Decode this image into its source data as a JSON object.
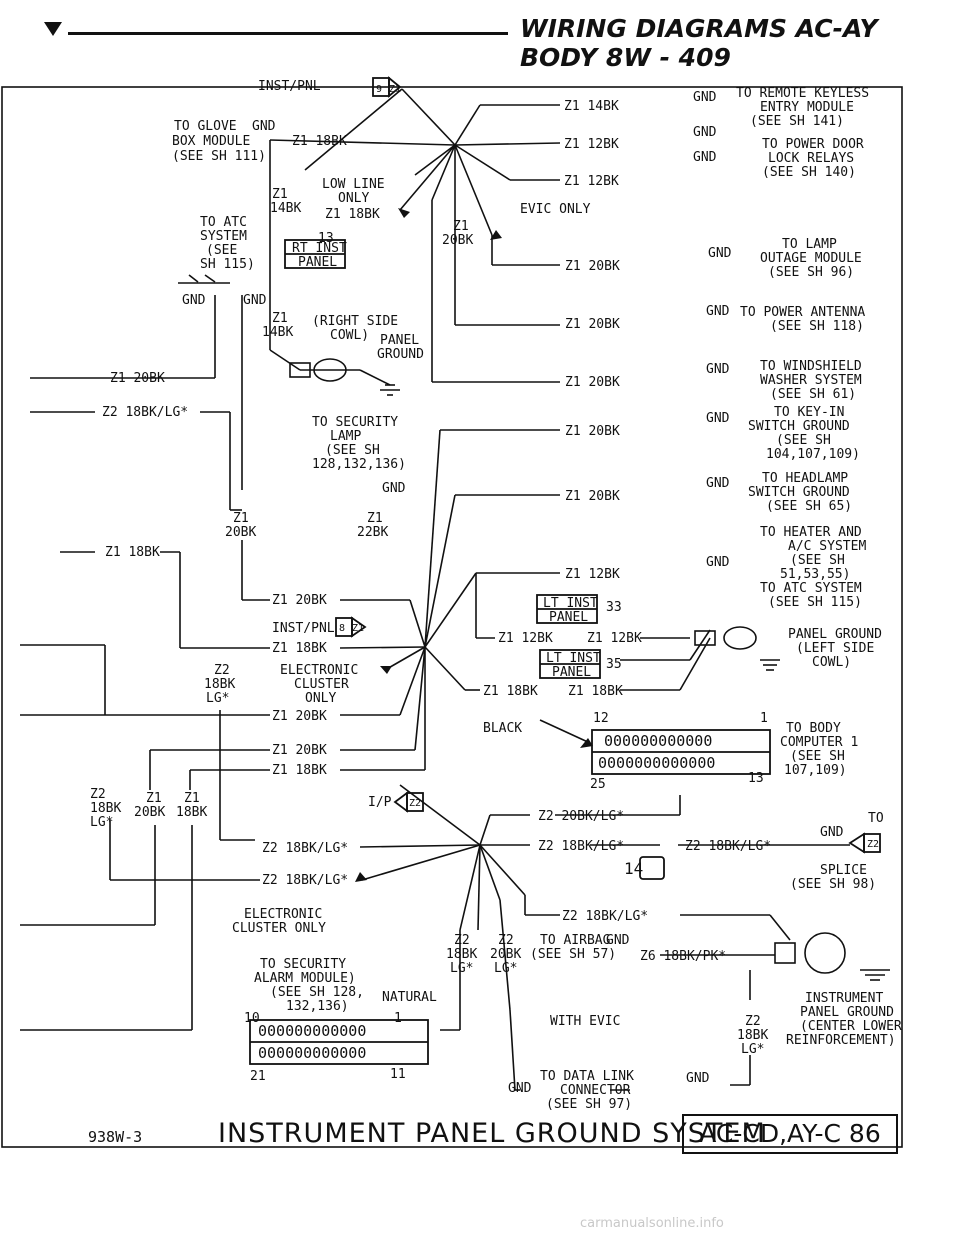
{
  "header": {
    "title": "WIRING DIAGRAMS AC-AY BODY   8W - 409"
  },
  "footer": {
    "code": "938W-3",
    "title": "INSTRUMENT PANEL GROUND SYSTEM",
    "box": "AC-CD,AY-C 86"
  },
  "watermark": "carmanualsonline.info",
  "labels": {
    "inst_pnl_9": "INST/PNL",
    "conn_9": "9",
    "conn_z1": "Z1",
    "to_glove_1": "TO GLOVE",
    "to_glove_2": "BOX MODULE",
    "to_glove_3": "(SEE SH 111)",
    "gnd": "GND",
    "z1_18bk": "Z1 18BK",
    "z1_14bk": "Z1 14BK",
    "z1_12bk": "Z1 12BK",
    "z1_20bk": "Z1 20BK",
    "z1_22bk": "Z1 22BK",
    "z1": "Z1",
    "z2": "Z2",
    "w_14bk": "14BK",
    "w_18bk": "18BK",
    "w_20bk": "20BK",
    "w_22bk": "22BK",
    "w_lgx": "LG*",
    "low_line": "LOW LINE",
    "only": "ONLY",
    "to_atc_1": "TO ATC",
    "to_atc_2": "SYSTEM",
    "to_atc_3": "(SEE",
    "to_atc_4": "SH 115)",
    "num_13": "13",
    "rt_inst": "RT INST",
    "panel": "PANEL",
    "right_side_1": "(RIGHT SIDE",
    "right_side_2": "COWL)",
    "panel_ground_1": "PANEL",
    "panel_ground_2": "GROUND",
    "evic_only": "EVIC ONLY",
    "remote_1": "TO REMOTE KEYLESS",
    "remote_2": "ENTRY MODULE",
    "remote_3": "(SEE SH 141)",
    "power_door_1": "TO POWER DOOR",
    "power_door_2": "LOCK RELAYS",
    "power_door_3": "(SEE SH 140)",
    "lamp_1": "TO LAMP",
    "lamp_2": "OUTAGE MODULE",
    "lamp_3": "(SEE SH 96)",
    "antenna_1": "TO POWER ANTENNA",
    "antenna_2": "(SEE SH 118)",
    "washer_1": "TO WINDSHIELD",
    "washer_2": "WASHER SYSTEM",
    "washer_3": "(SEE SH 61)",
    "keyin_1": "TO KEY-IN",
    "keyin_2": "SWITCH GROUND",
    "keyin_3": "(SEE SH",
    "keyin_4": "104,107,109)",
    "headlamp_1": "TO HEADLAMP",
    "headlamp_2": "SWITCH GROUND",
    "headlamp_3": "(SEE SH 65)",
    "heater_1": "TO HEATER AND",
    "heater_2": "A/C SYSTEM",
    "heater_3": "(SEE SH",
    "heater_4": "51,53,55)",
    "heater_5": "TO ATC SYSTEM",
    "heater_6": "(SEE SH 115)",
    "z2_18bk_lgx": "Z2 18BK/LG*",
    "z2_20bk_lgx": "Z2 20BK/LG*",
    "security_lamp_1": "TO SECURITY",
    "security_lamp_2": "LAMP",
    "security_lamp_3": "(SEE SH",
    "security_lamp_4": "128,132,136)",
    "inst_pnl_8": "INST/PNL",
    "conn_8": "8",
    "electronic_cluster_1": "ELECTRONIC",
    "electronic_cluster_2": "CLUSTER",
    "electronic_cluster_3": "ONLY",
    "lt_inst": "LT INST",
    "num_33": "33",
    "num_35": "35",
    "panel_ground_left_1": "PANEL GROUND",
    "panel_ground_left_2": "(LEFT SIDE",
    "panel_ground_left_3": "COWL)",
    "black": "BLACK",
    "num_12": "12",
    "num_1": "1",
    "num_25": "25",
    "num_13b": "13",
    "body_computer_1": "TO BODY",
    "body_computer_2": "COMPUTER 1",
    "body_computer_3": "(SEE SH",
    "body_computer_4": "107,109)",
    "ip": "I/P",
    "conn_z2": "Z2",
    "to": "TO",
    "splice_1": "SPLICE",
    "splice_2": "(SEE SH 98)",
    "num_14": "14",
    "electronic_cluster_only_1": "ELECTRONIC",
    "electronic_cluster_only_2": "CLUSTER ONLY",
    "security_alarm_1": "TO SECURITY",
    "security_alarm_2": "ALARM MODULE)",
    "security_alarm_3": "(SEE SH 128,",
    "security_alarm_4": "132,136)",
    "natural": "NATURAL",
    "num_10": "10",
    "num_21": "21",
    "num_11": "11",
    "airbag_1": "TO AIRBAG",
    "airbag_2": "(SEE SH 57)",
    "z6_18bk_pkx": "Z6 18BK/PK*",
    "with_evic": "WITH EVIC",
    "data_link_1": "TO DATA LINK",
    "data_link_2": "CONNECTOR",
    "data_link_3": "(SEE SH 97)",
    "instrument_ground_1": "INSTRUMENT",
    "instrument_ground_2": "PANEL GROUND",
    "instrument_ground_3": "(CENTER LOWER",
    "instrument_ground_4": "REINFORCEMENT)",
    "pins_row_a": "000000000000",
    "pins_row_b": "0000000000000",
    "z2_label_stack_1": "Z2",
    "z2_label_stack_2": "18BK",
    "z2_label_stack_3": "LG*"
  }
}
